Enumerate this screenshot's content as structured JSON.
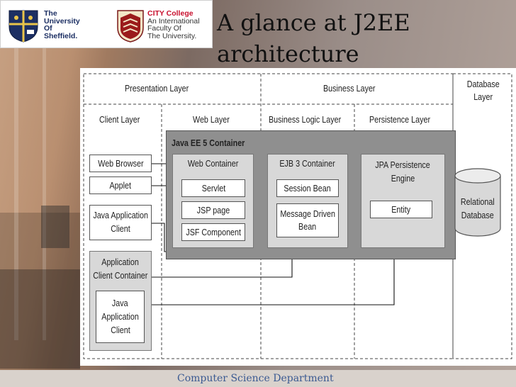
{
  "header": {
    "title_line1": "A glance at J2EE",
    "title_line2": "architecture"
  },
  "logos": {
    "sheffield": [
      "The",
      "University",
      "Of",
      "Sheffield."
    ],
    "city": [
      "CITY College",
      "An International",
      "Faculty Of",
      "The University."
    ],
    "city_color": "#c8102e",
    "sheffield_color": "#1c2f63"
  },
  "diagram": {
    "presentation_layer": "Presentation Layer",
    "business_layer": "Business Layer",
    "database_layer": [
      "Database",
      "Layer"
    ],
    "client_layer": "Client Layer",
    "web_layer": "Web Layer",
    "business_logic_layer": "Business Logic Layer",
    "persistence_layer": "Persistence Layer",
    "container_title": "Java EE 5 Container",
    "web_browser": "Web Browser",
    "applet": "Applet",
    "java_app_client": [
      "Java Application",
      "Client"
    ],
    "app_client_container": [
      "Application",
      "Client Container"
    ],
    "inner_java_app_client": [
      "Java",
      "Application",
      "Client"
    ],
    "web_container": "Web Container",
    "servlet": "Servlet",
    "jsp_page": "JSP page",
    "jsf_component": "JSF Component",
    "ejb_container": "EJB 3 Container",
    "session_bean": "Session Bean",
    "message_driven_bean": [
      "Message Driven",
      "Bean"
    ],
    "jpa_engine": [
      "JPA Persistence",
      "Engine"
    ],
    "entity": "Entity",
    "relational_database": [
      "Relational",
      "Database"
    ]
  },
  "footer": {
    "text": "Computer Science Department"
  },
  "colors": {
    "container_fill": "#8f8f8f",
    "inner_fill": "#d8d8d8",
    "footer_text": "#3b5a92"
  }
}
